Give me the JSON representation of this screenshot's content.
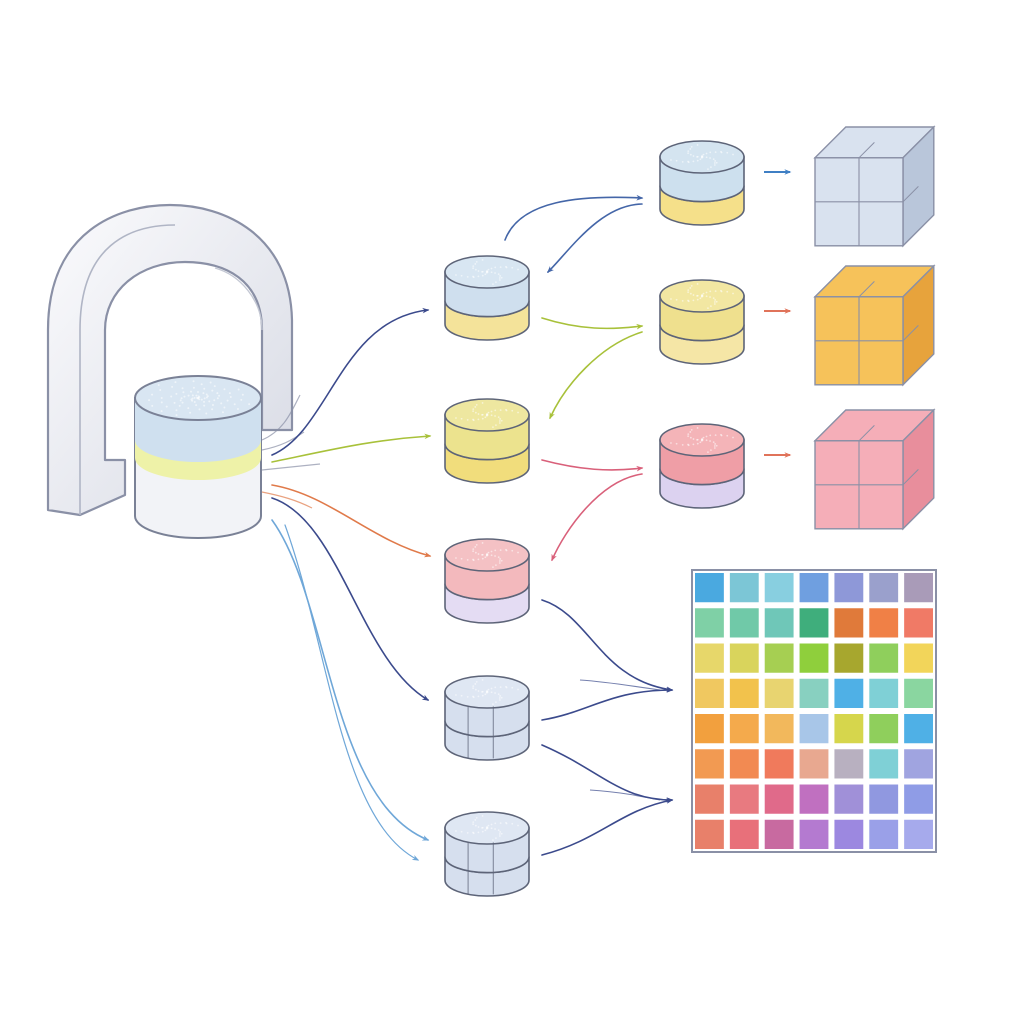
{
  "diagram": {
    "background": "#ffffff",
    "source": {
      "icon": "scanner-gantry-icon",
      "drum_colors": {
        "top": "#cfe0ef",
        "band": "#eef2a8",
        "base": "#f2f3f7",
        "stroke": "#7a8196"
      }
    },
    "intermediate_nodes": [
      {
        "id": "mid-1",
        "icon": "database-cylinder-icon",
        "top": "#d8e6f2",
        "body": "#cfdfee",
        "band": "#f4e39a",
        "stroke": "#5d6478"
      },
      {
        "id": "mid-2",
        "icon": "database-cylinder-icon",
        "top": "#eee7a0",
        "body": "#ece38e",
        "band": "#f1dd7c",
        "stroke": "#5d6478"
      },
      {
        "id": "mid-3",
        "icon": "database-cylinder-icon",
        "top": "#f4c1c4",
        "body": "#f3b9bd",
        "band": "#e4dcf3",
        "stroke": "#5d6478"
      },
      {
        "id": "mid-4",
        "icon": "segmented-cylinder-icon",
        "top": "#dfe7f3",
        "body": "#d6dfee",
        "band": "#d6dfee",
        "stroke": "#5d6478"
      },
      {
        "id": "mid-5",
        "icon": "segmented-cylinder-icon",
        "top": "#dfe7f3",
        "body": "#d6dfee",
        "band": "#d6dfee",
        "stroke": "#5d6478"
      }
    ],
    "output_nodes": [
      {
        "id": "out-1",
        "icon": "database-cylinder-icon",
        "top": "#d4e4f0",
        "body": "#cde0ee",
        "band": "#f5e08a",
        "stroke": "#5d6478",
        "arrow_color": "#3f7fc4",
        "cube_color": "#d9e2ef",
        "cube_dark": "#b9c6da"
      },
      {
        "id": "out-2",
        "icon": "database-cylinder-icon",
        "top": "#f2e7a2",
        "body": "#efe08e",
        "band": "#f5e6a6",
        "stroke": "#5d6478",
        "arrow_color": "#e0735a",
        "cube_color": "#f6c25a",
        "cube_dark": "#e7a33c"
      },
      {
        "id": "out-3",
        "icon": "database-cylinder-icon",
        "top": "#f4b4b8",
        "body": "#ef9ea6",
        "band": "#dcd2f0",
        "stroke": "#5d6478",
        "arrow_color": "#e0735a",
        "cube_color": "#f5aeb8",
        "cube_dark": "#e88e9c"
      }
    ],
    "grid": {
      "icon": "color-matrix-icon",
      "rows": [
        [
          "#4aa9e0",
          "#7cc6d6",
          "#88cfe0",
          "#6f9fe0",
          "#8e98d8",
          "#9aa0cc",
          "#a99bb8"
        ],
        [
          "#7fd0a6",
          "#70c9a8",
          "#6fc7b8",
          "#3fae7c",
          "#e07a3a",
          "#f08046",
          "#f07a66"
        ],
        [
          "#e7d76a",
          "#d9d45c",
          "#a6cf52",
          "#8fcf3c",
          "#a7a72e",
          "#8fcf5c",
          "#f2d55a"
        ],
        [
          "#f0c860",
          "#f2c24c",
          "#e8d470",
          "#88d0c0",
          "#4fb0e6",
          "#7fd0d6",
          "#8ad6a0"
        ],
        [
          "#f2a03e",
          "#f4aa4c",
          "#f2b85c",
          "#a8c6e8",
          "#d6d64c",
          "#8fcf5c",
          "#4fb0e6"
        ],
        [
          "#f29a52",
          "#f28a52",
          "#f07a5c",
          "#e8a890",
          "#b8b0c0",
          "#7fd0d6",
          "#a0a4e0"
        ],
        [
          "#e8806a",
          "#e87a80",
          "#e06a8a",
          "#c070c0",
          "#a090d8",
          "#9098e0",
          "#8f9ce6"
        ],
        [
          "#e8806a",
          "#e8707a",
          "#c86aa0",
          "#b47ad0",
          "#9c88e0",
          "#9aa0e8",
          "#a6aaec"
        ]
      ],
      "frame_color": "#8a90a6"
    },
    "arrows": {
      "source_to_mid": [
        "#3b4a8c",
        "#a8c13a",
        "#e07a4a",
        "#3b4a8c",
        "#6fa7d8"
      ],
      "mid_to_out": [
        "#4466a8",
        "#a8c13a",
        "#d9607a"
      ],
      "to_grid": "#3b4a8c"
    }
  }
}
